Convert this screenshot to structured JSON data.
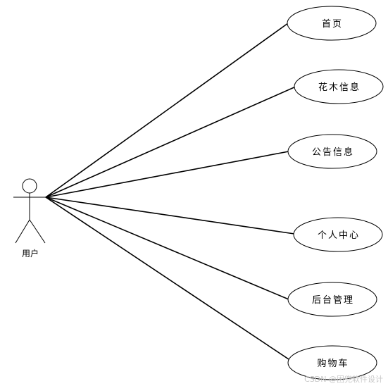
{
  "actor": {
    "label": "用户"
  },
  "use_cases": [
    {
      "id": "home",
      "label": "首页"
    },
    {
      "id": "flower-info",
      "label": "花木信息"
    },
    {
      "id": "announcement-info",
      "label": "公告信息"
    },
    {
      "id": "personal-center",
      "label": "个人中心"
    },
    {
      "id": "backend-management",
      "label": "后台管理"
    },
    {
      "id": "shopping-cart",
      "label": "购物车"
    }
  ],
  "watermark": "CSDN @困兜软件设计"
}
